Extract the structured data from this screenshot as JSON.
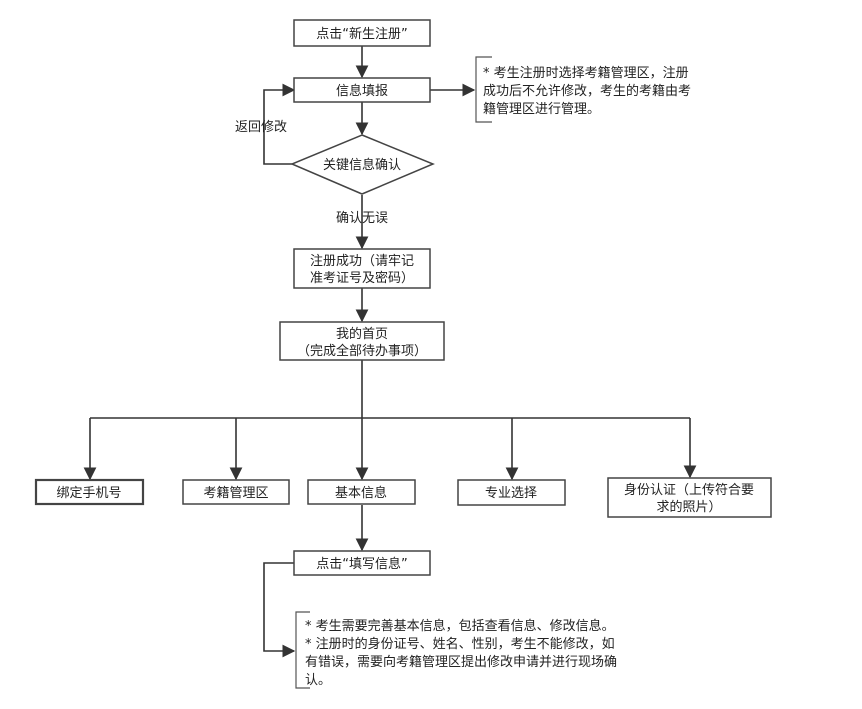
{
  "nodes": {
    "click_register": "点击“新生注册”",
    "fill_info": "信息填报",
    "confirm_key_info": "关键信息确认",
    "register_success": [
      "注册成功（请牢记",
      "准考证号及密码）"
    ],
    "my_homepage": [
      "我的首页",
      "（完成全部待办事项）"
    ],
    "bind_phone": "绑定手机号",
    "exam_registry_area": "考籍管理区",
    "basic_info": "基本信息",
    "major_select": "专业选择",
    "id_verify": [
      "身份认证（上传符合要",
      "求的照片）"
    ],
    "click_fill_info": "点击“填写信息”"
  },
  "edge_labels": {
    "return_modify": "返回修改",
    "confirmed_ok": "确认无误"
  },
  "notes": {
    "registry_note": [
      "* 考生注册时选择考籍管理区，注册",
      "成功后不允许修改，考生的考籍由考",
      "籍管理区进行管理。"
    ],
    "basic_info_note": [
      "* 考生需要完善基本信息，包括查看信息、修改信息。",
      "* 注册时的身份证号、姓名、性别，考生不能修改，如",
      "有错误，需要向考籍管理区提出修改申请并进行现场确",
      "认。"
    ]
  }
}
